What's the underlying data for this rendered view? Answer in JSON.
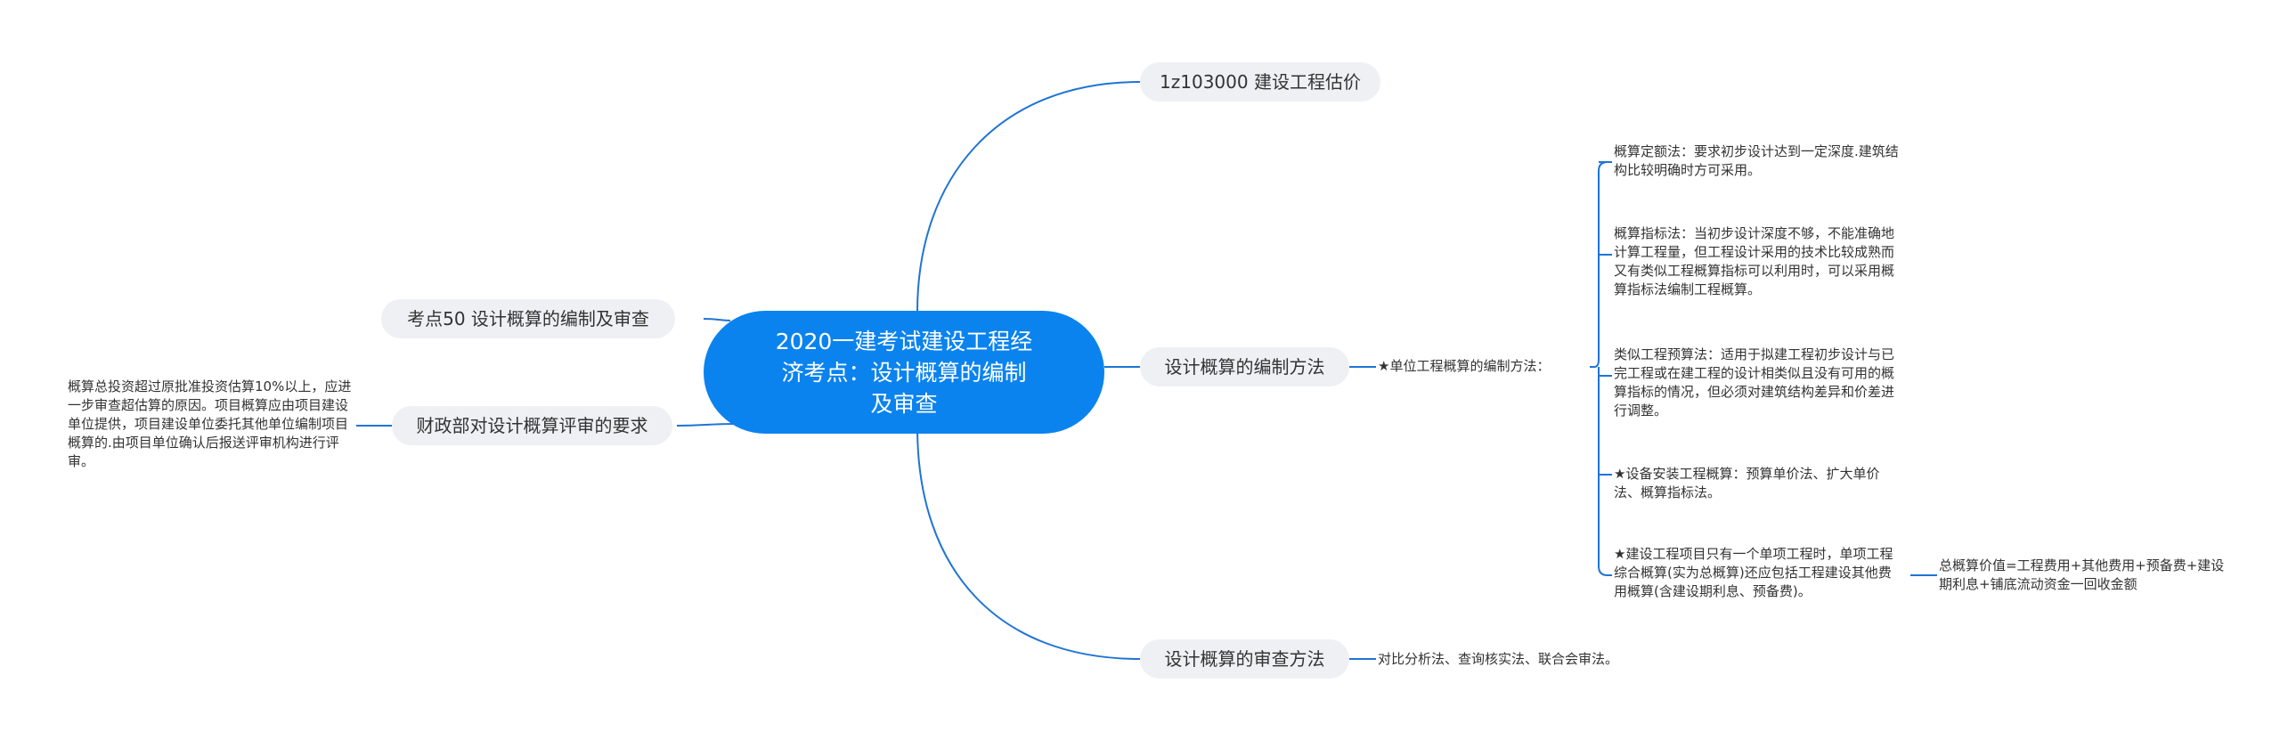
{
  "root": {
    "line1": "2020一建考试建设工程经",
    "line2": "济考点：设计概算的编制",
    "line3": "及审查"
  },
  "branches": {
    "top": "1z103000 建设工程估价",
    "left1": "考点50 设计概算的编制及审查",
    "left2": "财政部对设计概算评审的要求",
    "right1": "设计概算的编制方法",
    "right2": "设计概算的审查方法"
  },
  "left2_note": "概算总投资超过原批准投资估算10%以上，应进一步审查超估算的原因。项目概算应由项目建设单位提供，项目建设单位委托其他单位编制项目概算的.由项目单位确认后报送评审机构进行评审。",
  "method_sub": "★单位工程概算的编制方法：",
  "methods": [
    "概算定额法：要求初步设计达到一定深度.建筑结构比较明确时方可采用。",
    "概算指标法：当初步设计深度不够，不能准确地计算工程量，但工程设计采用的技术比较成熟而又有类似工程概算指标可以利用时，可以采用概算指标法编制工程概算。",
    "类似工程预算法：适用于拟建工程初步设计与已完工程或在建工程的设计相类似且没有可用的概算指标的情况，但必须对建筑结构差异和价差进行调整。",
    "★设备安装工程概算：预算单价法、扩大单价法、概算指标法。",
    "★建设工程项目只有一个单项工程时，单项工程综合概算(实为总概算)还应包括工程建设其他费用概算(含建设期利息、预备费)。"
  ],
  "total_formula": "总概算价值=工程费用+其他费用+预备费+建设期利息+铺底流动资金一回收金额",
  "review_methods": "对比分析法、查询核实法、联合会审法。",
  "colors": {
    "root": "#0b83ee",
    "line": "#1f74d4",
    "pill": "#eef0f3"
  }
}
